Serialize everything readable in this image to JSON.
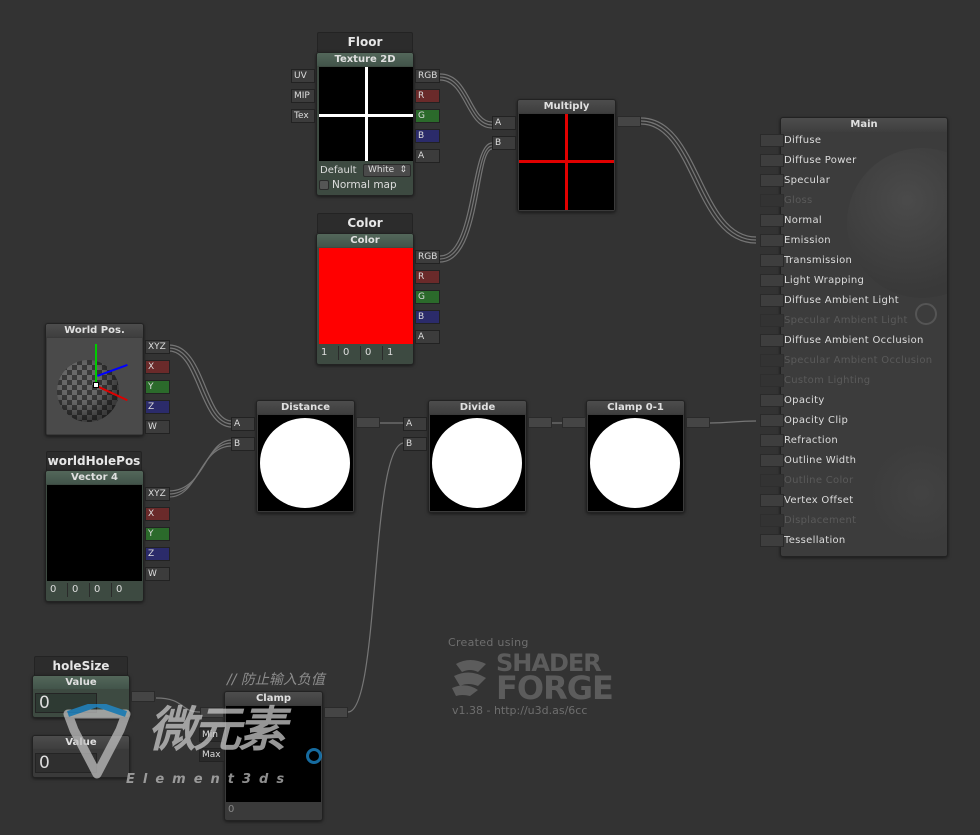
{
  "nodes": {
    "floor": {
      "title": "Floor",
      "subtitle": "Texture 2D",
      "inputs": [
        "UV",
        "MIP",
        "Tex"
      ],
      "outputs": [
        "RGB",
        "R",
        "G",
        "B",
        "A"
      ],
      "default_label": "Default",
      "default_value": "White",
      "normal_map_label": "Normal map"
    },
    "color": {
      "title": "Color",
      "subtitle": "Color",
      "outputs": [
        "RGB",
        "R",
        "G",
        "B",
        "A"
      ],
      "values": [
        "1",
        "0",
        "0",
        "1"
      ],
      "swatch": "#ff0000"
    },
    "multiply": {
      "title": "Multiply",
      "inputs": [
        "A",
        "B"
      ]
    },
    "world_pos": {
      "title": "World Pos.",
      "outputs": [
        "XYZ",
        "X",
        "Y",
        "Z",
        "W"
      ]
    },
    "world_hole_pos": {
      "title": "worldHolePos",
      "subtitle": "Vector 4",
      "outputs": [
        "XYZ",
        "X",
        "Y",
        "Z",
        "W"
      ],
      "values": [
        "0",
        "0",
        "0",
        "0"
      ]
    },
    "distance": {
      "title": "Distance",
      "inputs": [
        "A",
        "B"
      ]
    },
    "divide": {
      "title": "Divide",
      "inputs": [
        "A",
        "B"
      ]
    },
    "clamp01": {
      "title": "Clamp 0-1"
    },
    "hole_size": {
      "title": "holeSize",
      "subtitle": "Value",
      "value": "0"
    },
    "value2": {
      "subtitle": "Value",
      "value": "0"
    },
    "clamp": {
      "title": "Clamp",
      "inputs": [
        "Min",
        "Max"
      ],
      "value": "0"
    },
    "comment": "// 防止输入负值",
    "main": {
      "title": "Main",
      "inputs": [
        {
          "label": "Diffuse",
          "enabled": true
        },
        {
          "label": "Diffuse Power",
          "enabled": true
        },
        {
          "label": "Specular",
          "enabled": true
        },
        {
          "label": "Gloss",
          "enabled": false
        },
        {
          "label": "Normal",
          "enabled": true
        },
        {
          "label": "Emission",
          "enabled": true
        },
        {
          "label": "Transmission",
          "enabled": true
        },
        {
          "label": "Light Wrapping",
          "enabled": true
        },
        {
          "label": "Diffuse Ambient Light",
          "enabled": true
        },
        {
          "label": "Specular Ambient Light",
          "enabled": false
        },
        {
          "label": "Diffuse Ambient Occlusion",
          "enabled": true
        },
        {
          "label": "Specular Ambient Occlusion",
          "enabled": false
        },
        {
          "label": "Custom Lighting",
          "enabled": false
        },
        {
          "label": "Opacity",
          "enabled": true
        },
        {
          "label": "Opacity Clip",
          "enabled": true
        },
        {
          "label": "Refraction",
          "enabled": true
        },
        {
          "label": "Outline Width",
          "enabled": true
        },
        {
          "label": "Outline Color",
          "enabled": false
        },
        {
          "label": "Vertex Offset",
          "enabled": true
        },
        {
          "label": "Displacement",
          "enabled": false
        },
        {
          "label": "Tessellation",
          "enabled": true
        }
      ]
    }
  },
  "branding": {
    "created_using": "Created using",
    "shader": "SHADER",
    "forge": "FORGE",
    "version": "v1.38 - http://u3d.as/6cc"
  },
  "watermark": {
    "name": "微元素",
    "sub": "Element3ds"
  },
  "colors": {
    "wire": "#8a8a8a",
    "node_green": "#3d4a41",
    "accent_red": "#ff0000"
  }
}
